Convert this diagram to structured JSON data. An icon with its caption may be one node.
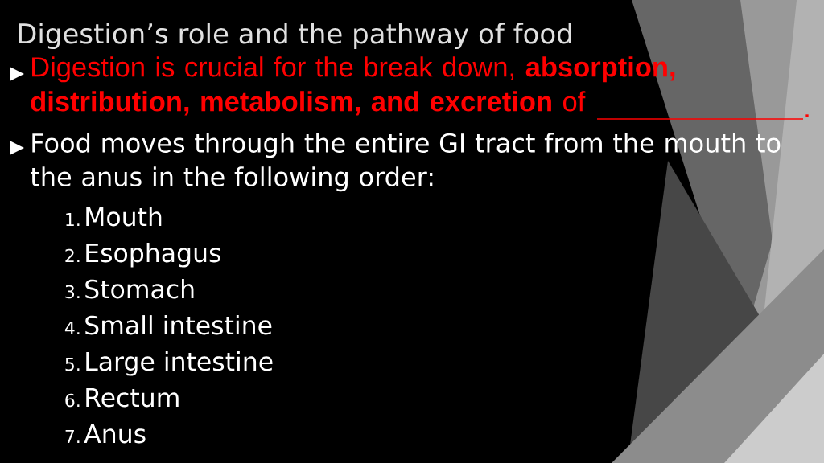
{
  "diagram": {
    "title": "Digestion’s role and the pathway of food",
    "labels": [
      "Digestion is crucial for the break down, **absorption, distribution, metabolism, and excretion** of",
      ".",
      "Food moves through the entire GI tract from the mouth to the anus in the following order:",
      "1.",
      "Mouth",
      "2.",
      "Esophagus",
      "3.",
      "Stomach",
      "4.",
      "Small intestine",
      "5.",
      "Large intestine",
      "6.",
      "Rectum",
      "7.",
      "Anus"
    ]
  }
}
